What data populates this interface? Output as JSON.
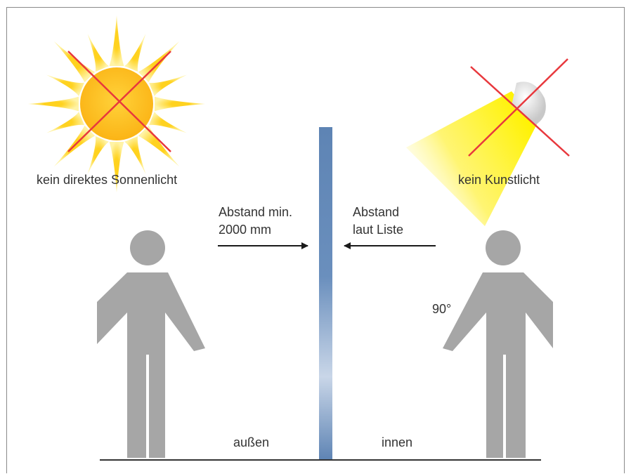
{
  "labels": {
    "sun": "kein direktes Sonnenlicht",
    "lamp": "kein Kunstlicht",
    "distance_left_line1": "Abstand min.",
    "distance_left_line2": "2000 mm",
    "distance_right_line1": "Abstand",
    "distance_right_line2": "laut Liste",
    "angle": "90°",
    "outside": "außen",
    "inside": "innen"
  },
  "colors": {
    "figure": "#a6a6a6",
    "cross": "#e8383d",
    "glass": "#5f86b6",
    "sun_core": "#fdb913",
    "sun_rays": "#ffe34d",
    "light_beam": "#fff200",
    "ground": "#333333",
    "text": "#333333"
  },
  "icons": {
    "sun": "sun-icon",
    "lamp": "spotlight-icon",
    "cross": "cross-icon",
    "person": "person-icon",
    "arrow": "arrow-right-icon"
  }
}
